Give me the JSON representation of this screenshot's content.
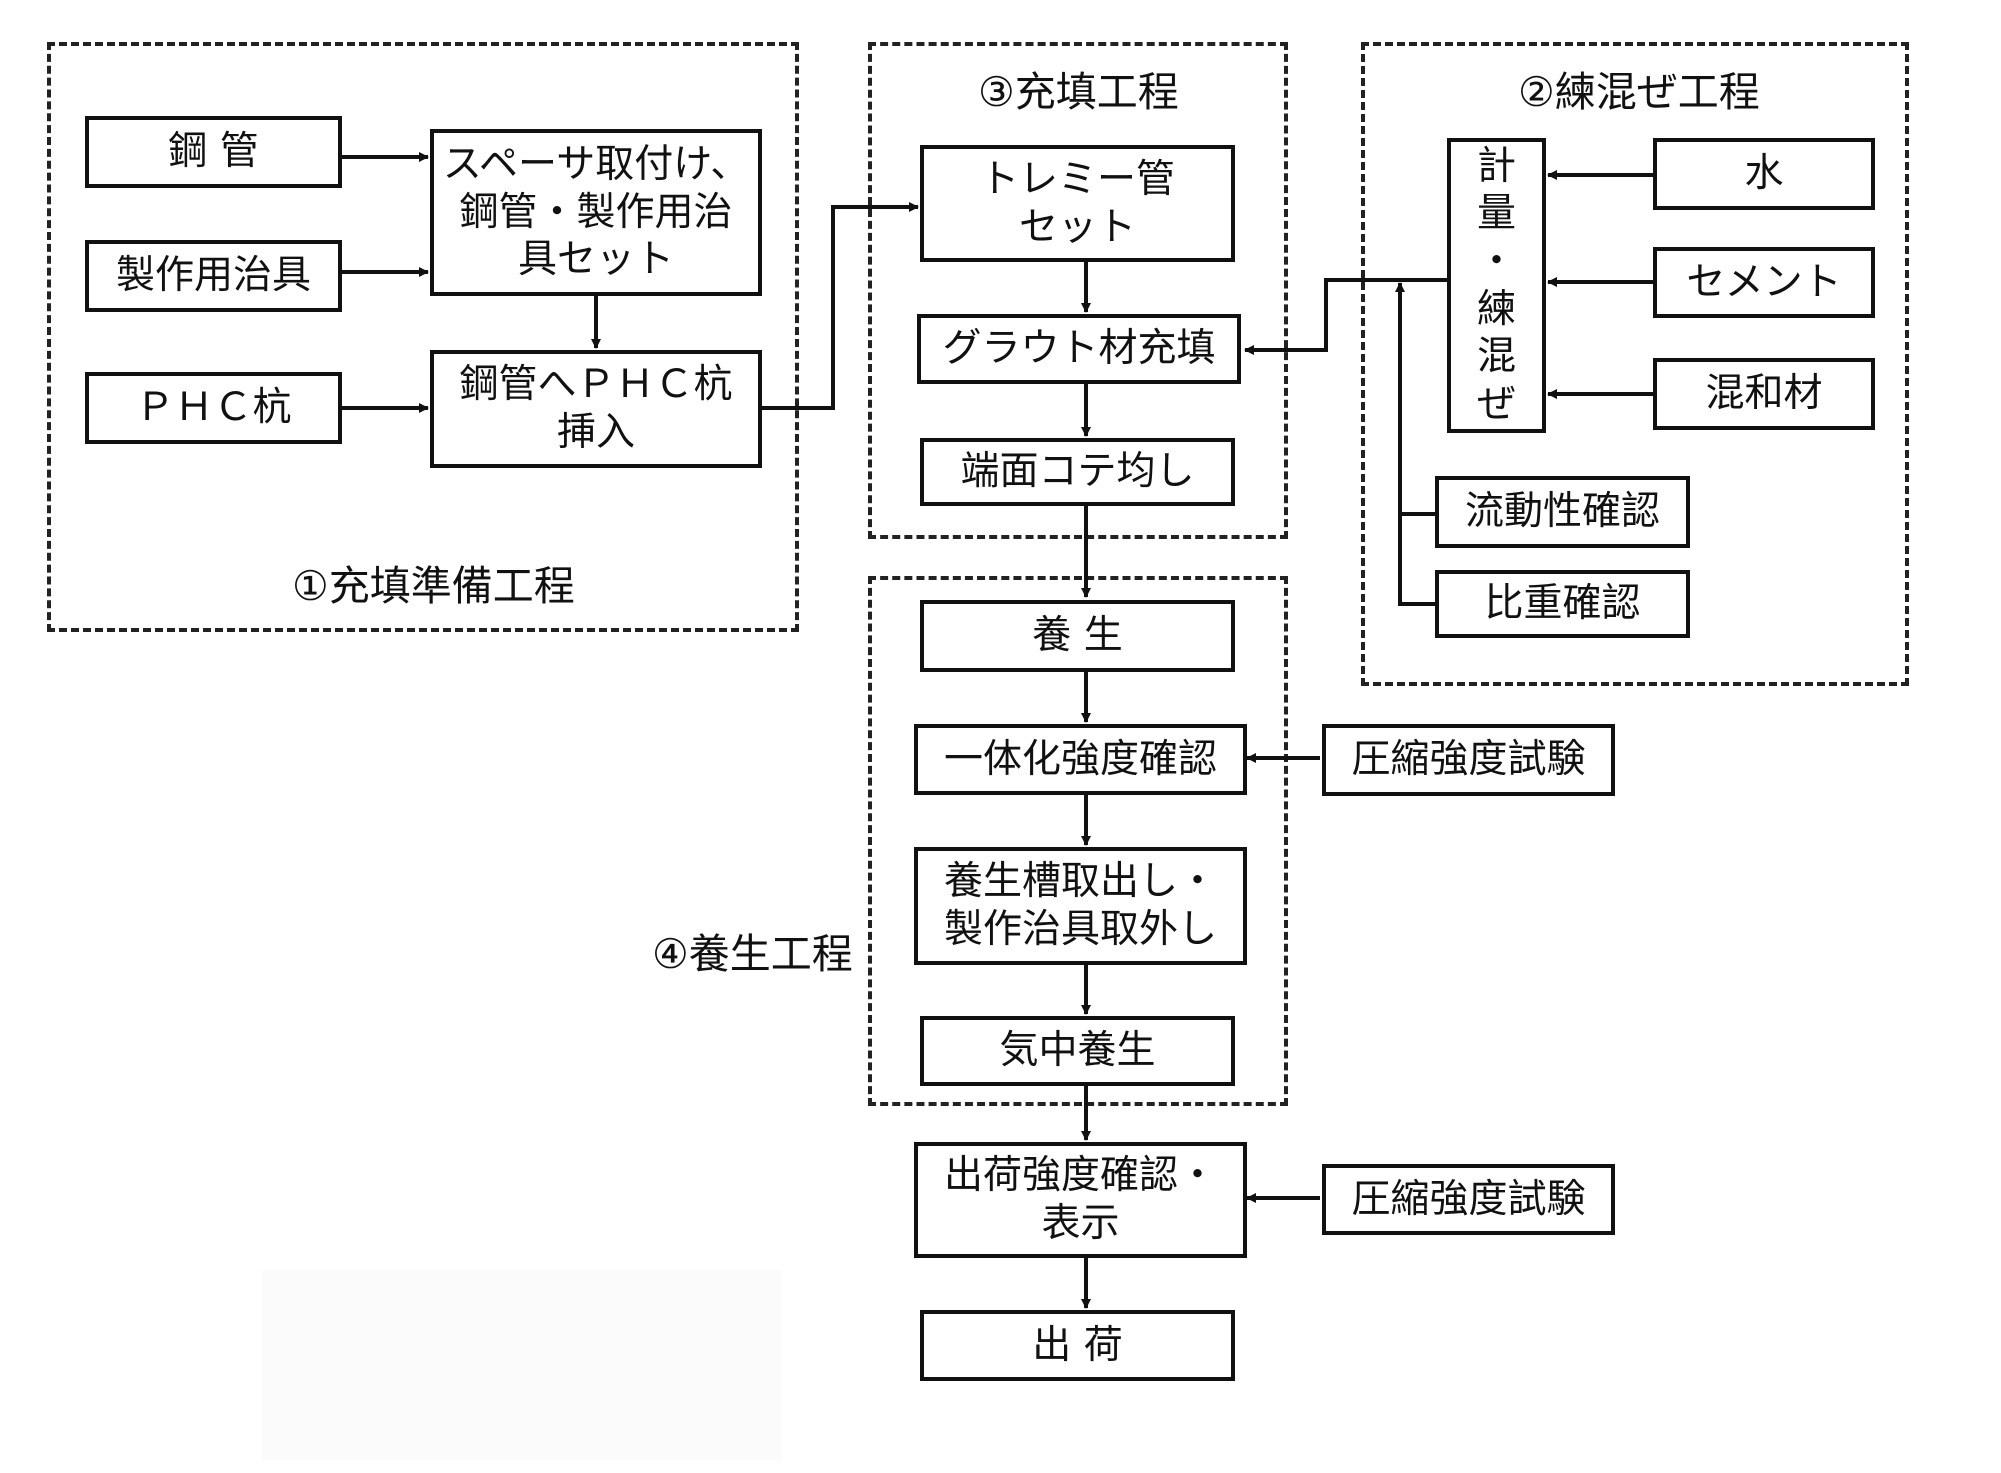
{
  "groups": {
    "prep": "①充填準備工程",
    "mix": "②練混ぜ工程",
    "fill": "③充填工程",
    "cure": "④養生工程"
  },
  "prep": {
    "pipe": "鋼 管",
    "jig": "製作用治具",
    "phc": "ＰＨＣ杭",
    "spacer": "スペーサ取付け、\n鋼管・製作用治\n具セット",
    "insert": "鋼管へＰＨＣ杭\n挿入"
  },
  "fill": {
    "tremie": "トレミー管\nセット",
    "grout": "グラウト材充填",
    "trowel": "端面コテ均し"
  },
  "mix": {
    "measure_chars": [
      "計",
      "量",
      "・",
      "練",
      "混",
      "ぜ"
    ],
    "water": "水",
    "cement": "セメント",
    "admixture": "混和材",
    "fluidity": "流動性確認",
    "gravity": "比重確認"
  },
  "cure": {
    "curing": "養 生",
    "integral": "一体化強度確認",
    "remove": "養生槽取出し・\n製作治具取外し",
    "air": "気中養生"
  },
  "compress1": "圧縮強度試験",
  "compress2": "圧縮強度試験",
  "ship_check": "出荷強度確認・\n表示",
  "ship": "出 荷"
}
